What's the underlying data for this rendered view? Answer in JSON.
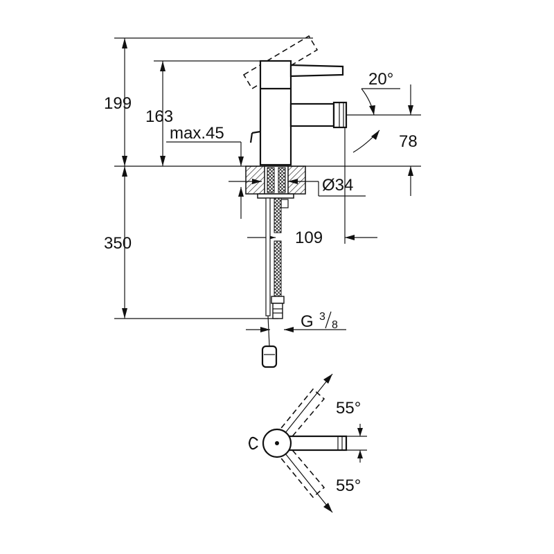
{
  "dimensions": {
    "height_total": "199",
    "height_spout": "163",
    "max_deck": "max.45",
    "spout_angle": "20°",
    "spout_height": "78",
    "diameter": "Ø34",
    "reach": "109",
    "hose_length": "350",
    "thread_G": "G",
    "thread_num": "3",
    "thread_den": "8",
    "swivel_top": "55°",
    "swivel_bottom": "55°"
  }
}
